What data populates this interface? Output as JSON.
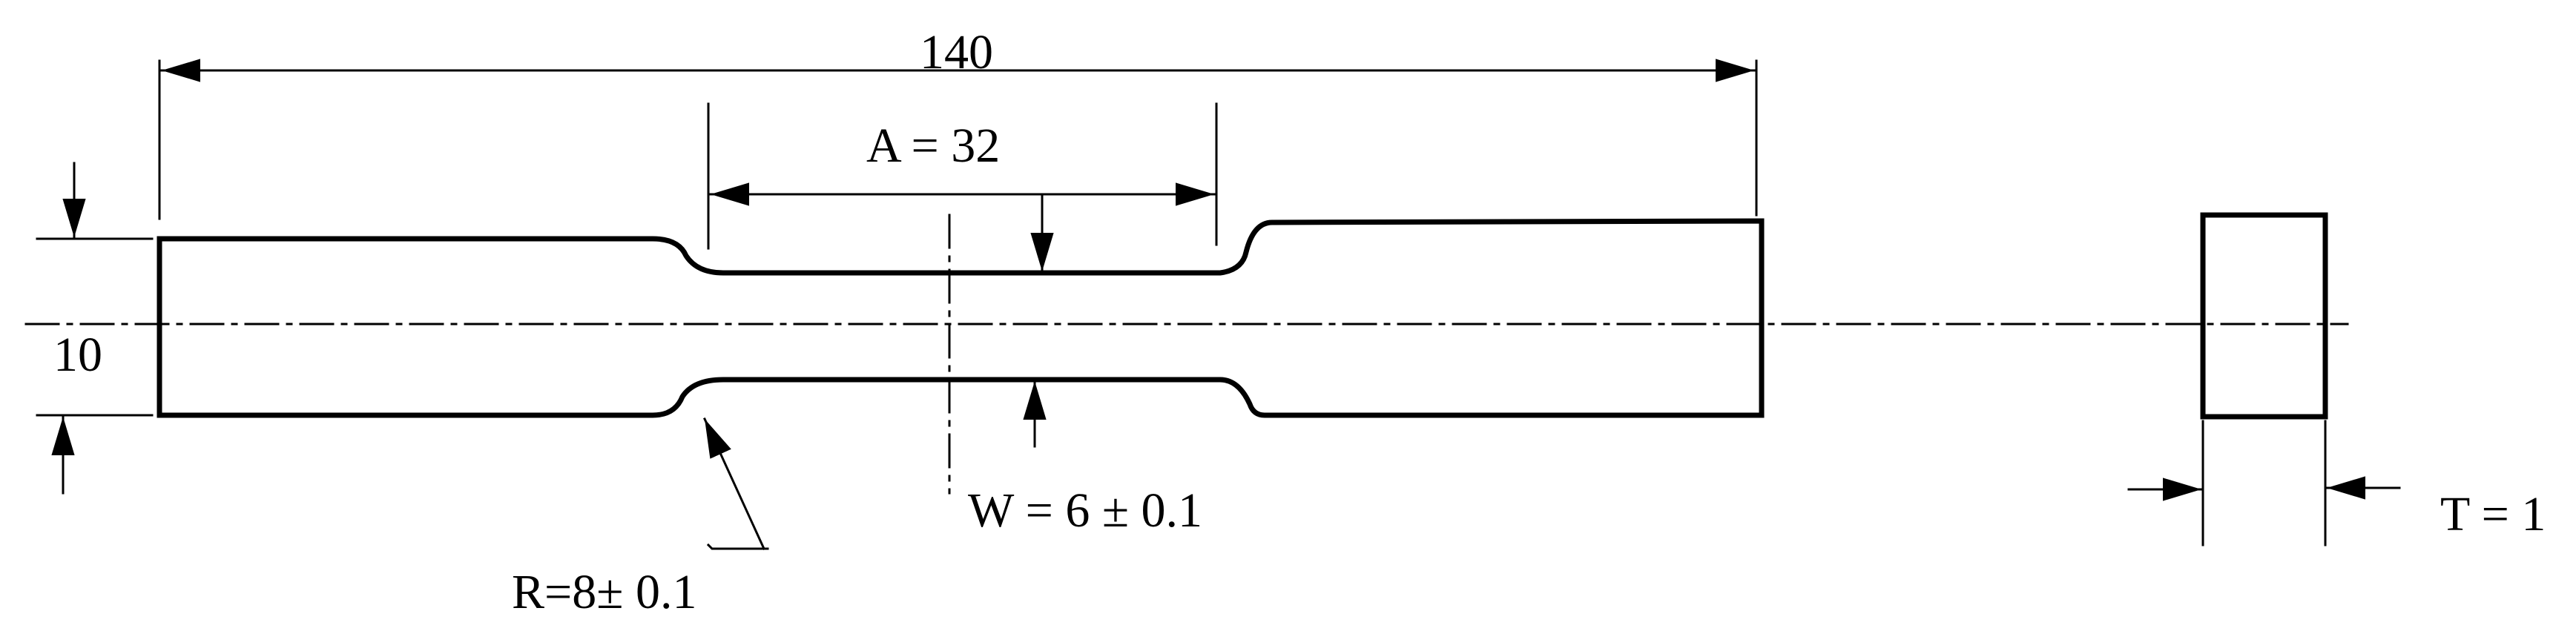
{
  "labels": {
    "overall_length": "140",
    "gauge_length": "A = 32",
    "grip_width": "10",
    "gauge_width": "W = 6 ± 0.1",
    "fillet_radius": "R=8± 0.1",
    "thickness": "T = 1"
  },
  "colors": {
    "line": "#000000",
    "background": "#ffffff"
  }
}
